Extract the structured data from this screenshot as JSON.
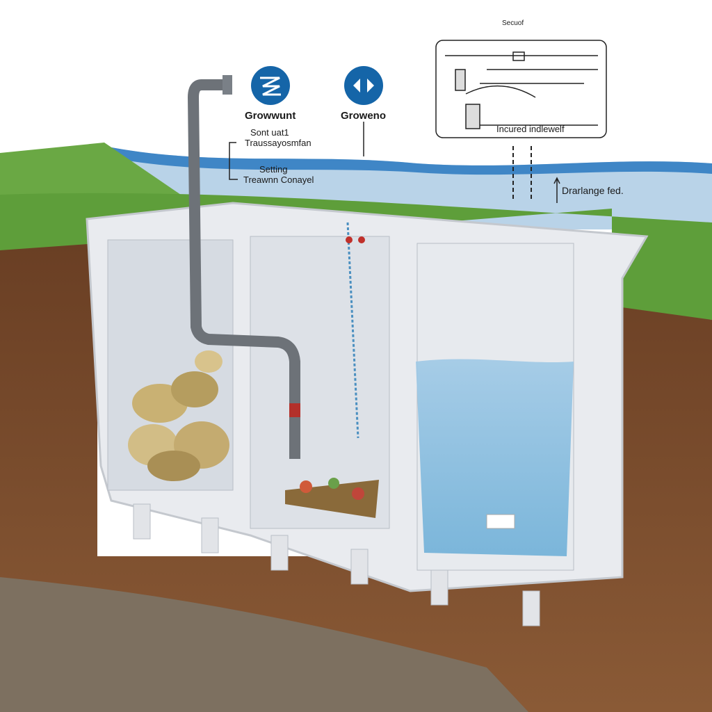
{
  "labels": {
    "icon1_title": "Growwunt",
    "icon2_title": "Groweno",
    "note1_line1": "Sont uat1",
    "note1_line2": "Traussayosmfan",
    "note2_line1": "Setting",
    "note2_line2": "Treawnn Conayel",
    "inset_top": "Secuof",
    "inset_caption": "Incured indlewelf",
    "drainage": "Drarlange fed."
  },
  "colors": {
    "water": "#7fb6da",
    "soil": "#7a4a2c",
    "grass": "#5ea03a",
    "tank": "#e6e8ec",
    "pipe": "#6d7278",
    "icon_blue": "#1565a8"
  }
}
